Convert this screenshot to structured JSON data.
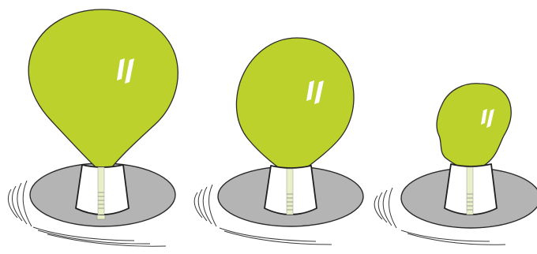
{
  "scene": {
    "description_free": true,
    "colors": {
      "balloon": "#bcd12b",
      "plate": "#b4b4b4",
      "outline": "#2b2b2b",
      "background": "#ffffff"
    },
    "stages": [
      {
        "id": "stage-1",
        "inflation_level": 1.0
      },
      {
        "id": "stage-2",
        "inflation_level": 0.75
      },
      {
        "id": "stage-3",
        "inflation_level": 0.45
      }
    ]
  }
}
